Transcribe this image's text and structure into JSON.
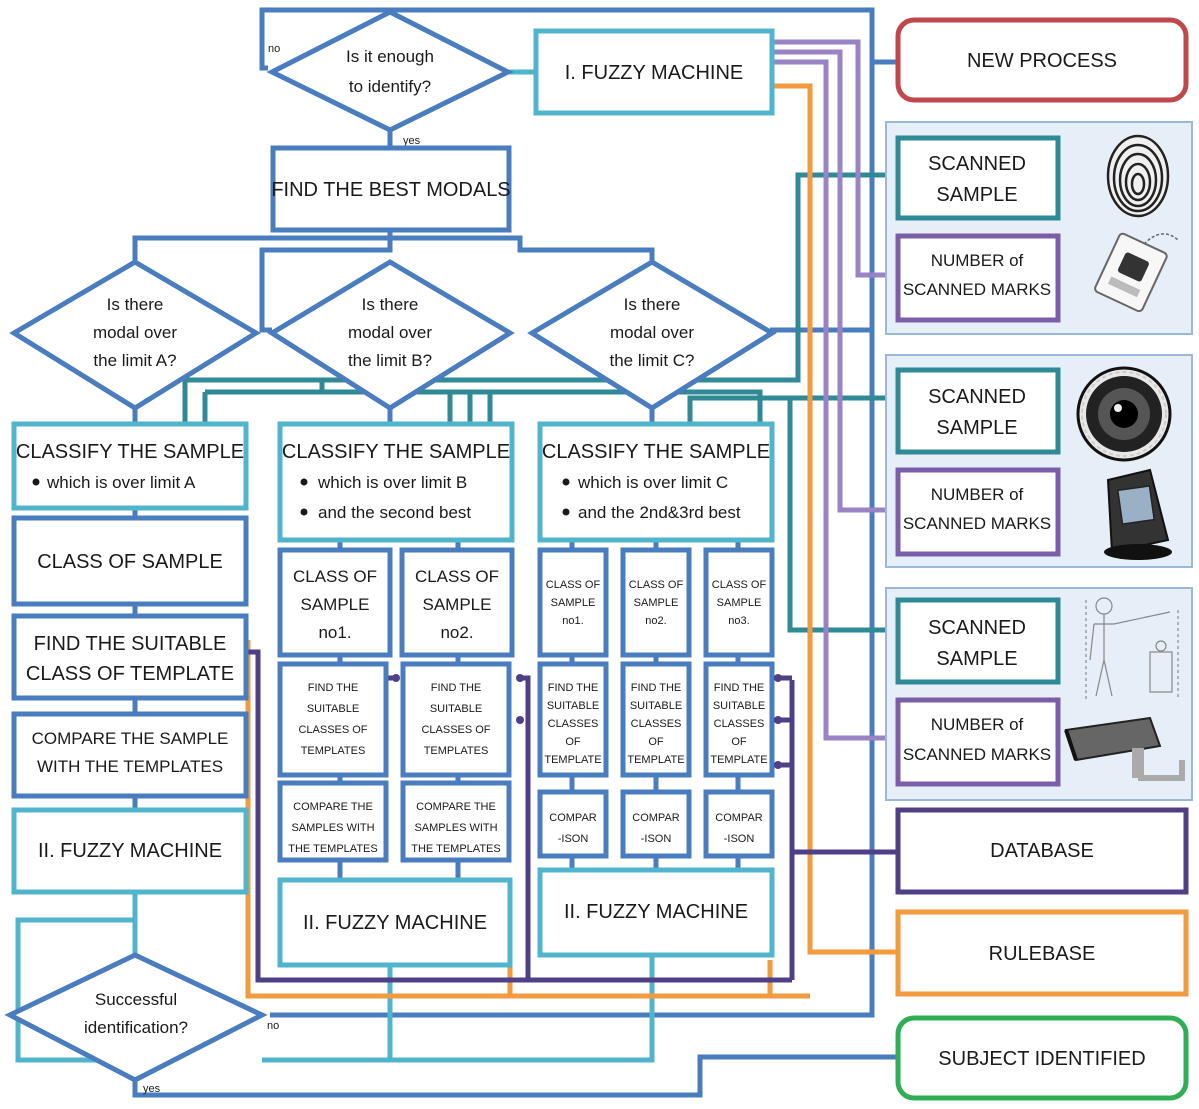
{
  "top": {
    "diamond_enough": [
      "Is it enough",
      "to identify?"
    ],
    "label_no": "no",
    "label_yes": "yes",
    "fuzzy_1": "I. FUZZY MACHINE",
    "find_best": "FIND THE BEST MODALS"
  },
  "diamonds": {
    "a": [
      "Is there",
      "modal over",
      "the limit A?"
    ],
    "b": [
      "Is there",
      "modal over",
      "the limit B?"
    ],
    "c": [
      "Is there",
      "modal over",
      "the limit C?"
    ]
  },
  "branch_a": {
    "classify_title": "CLASSIFY THE SAMPLE",
    "classify_bullet": "which is over limit A",
    "class_of_sample": "CLASS OF SAMPLE",
    "find_suitable": [
      "FIND THE SUITABLE",
      "CLASS OF TEMPLATE"
    ],
    "compare": [
      "COMPARE THE SAMPLE",
      "WITH THE TEMPLATES"
    ],
    "fuzzy_2": "II. FUZZY MACHINE"
  },
  "branch_b": {
    "classify_title": "CLASSIFY THE SAMPLE",
    "bullets": [
      "which is over limit B",
      "and the second best"
    ],
    "class_1": [
      "CLASS OF",
      "SAMPLE",
      "no1."
    ],
    "class_2": [
      "CLASS OF",
      "SAMPLE",
      "no2."
    ],
    "find": [
      "FIND THE",
      "SUITABLE",
      "CLASSES OF",
      "TEMPLATES"
    ],
    "compare": [
      "COMPARE THE",
      "SAMPLES WITH",
      "THE TEMPLATES"
    ],
    "fuzzy_2": "II. FUZZY MACHINE"
  },
  "branch_c": {
    "classify_title": "CLASSIFY THE SAMPLE",
    "bullets": [
      "which is over limit C",
      "and the 2nd&3rd best"
    ],
    "class_1": [
      "CLASS OF",
      "SAMPLE",
      "no1."
    ],
    "class_2": [
      "CLASS OF",
      "SAMPLE",
      "no2."
    ],
    "class_3": [
      "CLASS OF",
      "SAMPLE",
      "no3."
    ],
    "find": [
      "FIND THE",
      "SUITABLE",
      "CLASSES",
      "OF",
      "TEMPLATE"
    ],
    "compare": [
      "COMPAR",
      "-ISON"
    ],
    "fuzzy_2": "II. FUZZY MACHINE"
  },
  "bottom": {
    "diamond_success": [
      "Successful",
      "identification?"
    ],
    "label_no": "no",
    "label_yes": "yes"
  },
  "right": {
    "new_process": "NEW PROCESS",
    "scanned_sample": [
      "SCANNED",
      "SAMPLE"
    ],
    "number_marks": [
      "NUMBER of",
      "SCANNED MARKS"
    ],
    "database": "DATABASE",
    "rulebase": "RULEBASE",
    "subject_identified": "SUBJECT IDENTIFIED"
  },
  "icons": [
    "fingerprint-icon",
    "fingerprint-scanner-icon",
    "iris-icon",
    "iris-scanner-icon",
    "body-measure-icon",
    "security-camera-icon"
  ],
  "colors": {
    "blue": "#4a7cc0",
    "cyan": "#4fb4cc",
    "teal": "#2f8a96",
    "purple": "#7b5ea9",
    "navy": "#4f3f86",
    "orange": "#f29a3e",
    "red": "#c0474b",
    "green": "#2fae55"
  }
}
